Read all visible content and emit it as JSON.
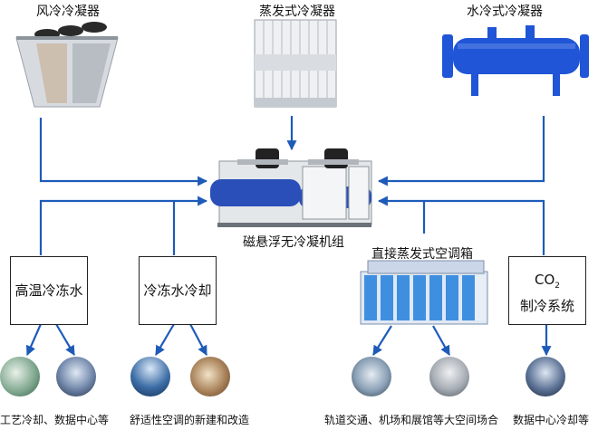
{
  "top": {
    "air_cooled": "风冷冷凝器",
    "evaporative": "蒸发式冷凝器",
    "water_cooled": "水冷式冷凝器"
  },
  "center": {
    "label": "磁悬浮无冷凝机组"
  },
  "boxes": {
    "high_temp": "高温冷冻水",
    "chilled": "冷冻水冷却",
    "co2_line1": "CO",
    "co2_sub": "2",
    "co2_line2": "制冷系统"
  },
  "ahu": {
    "label": "直接蒸发式空调箱"
  },
  "captions": {
    "industrial": "工艺冷却、数据中心等",
    "comfort": "舒适性空调的新建和改造",
    "transport": "轨道交通、机场和展馆等大空间场合",
    "datacenter": "数据中心冷却等"
  },
  "colors": {
    "arrow": "#1e5bb8",
    "water_pipe": "#1f55d6"
  }
}
